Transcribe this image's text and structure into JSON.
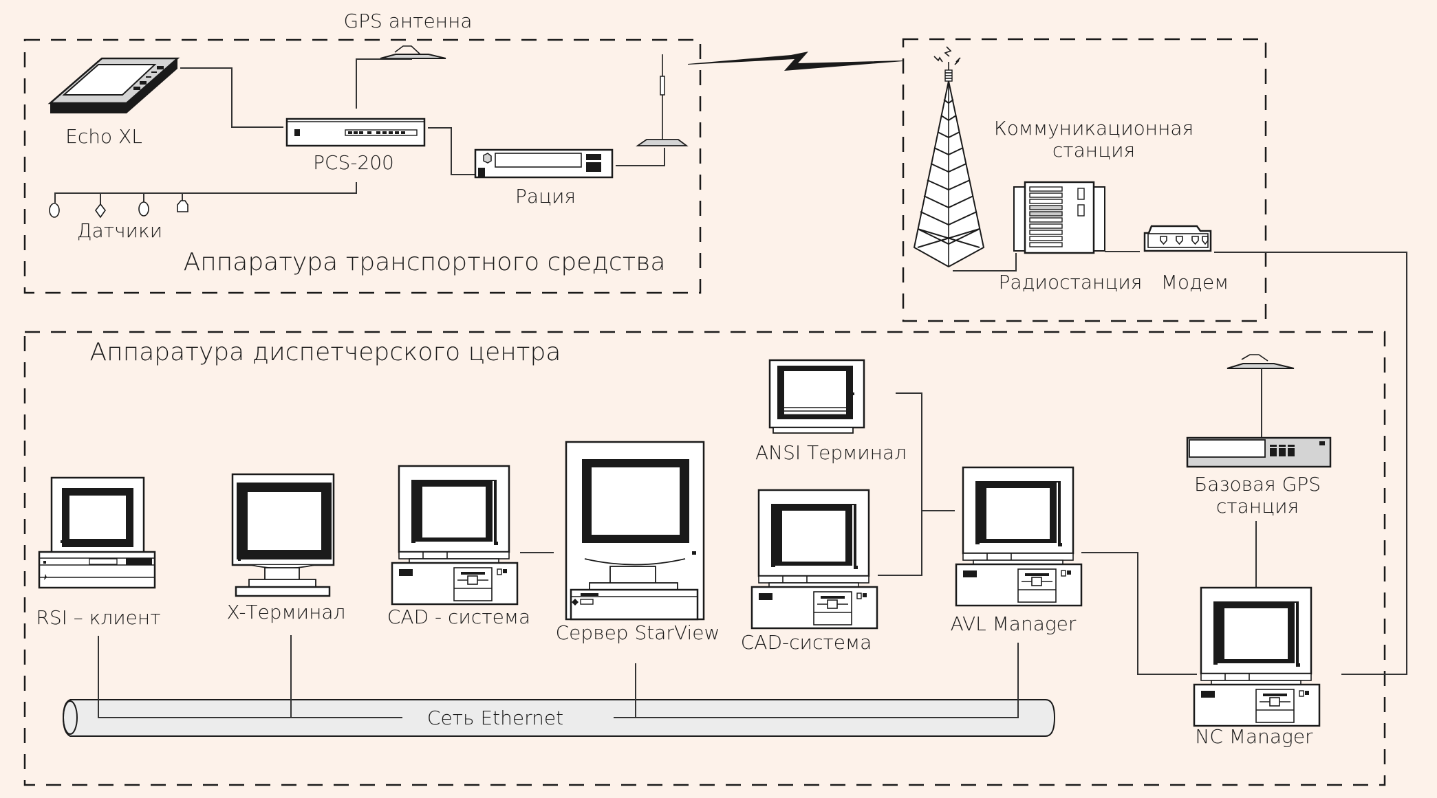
{
  "diagram": {
    "title": "AVL system architecture",
    "groups": {
      "vehicle": {
        "label": "Аппаратура транспортного средства"
      },
      "comm_station": {
        "label_line1": "Коммуникационная",
        "label_line2": "станция"
      },
      "dispatch": {
        "label": "Аппаратура диспетчерского центра"
      }
    },
    "vehicle_nodes": {
      "gps_antenna": "GPS антенна",
      "echo_xl": "Echo XL",
      "pcs200": "PCS-200",
      "radio": "Рация",
      "sensors": "Датчики"
    },
    "comm_nodes": {
      "radio_station": "Радиостанция",
      "modem": "Модем"
    },
    "dispatch_nodes": {
      "rsi_client": "RSI – клиент",
      "x_terminal": "X-Терминал",
      "cad_system_1": "CAD - система",
      "starview_server": "Сервер StarView",
      "ansi_terminal": "ANSI Терминал",
      "cad_system_2": "CAD-система",
      "avl_manager": "AVL Manager",
      "base_gps_line1": "Базовая GPS",
      "base_gps_line2": "станция",
      "nc_manager": "NC Manager",
      "ethernet": "Сеть Ethernet"
    },
    "colors": {
      "background": "#fdf2ea",
      "stroke": "#1a1a1a",
      "device_fill": "#ffffff",
      "panel_grey": "#d4d4d4",
      "cable_fill": "#ececec"
    }
  }
}
